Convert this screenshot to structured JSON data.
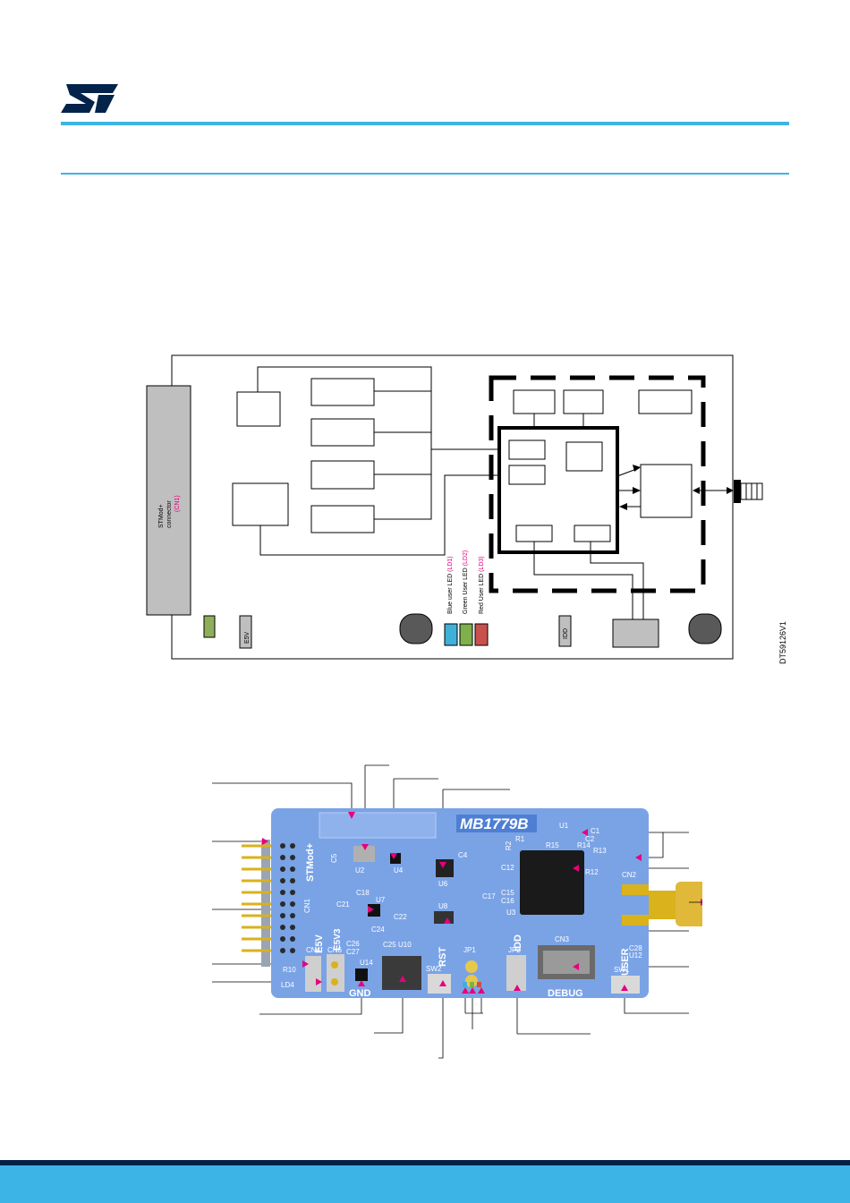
{
  "logo": {
    "text": "ST"
  },
  "colors": {
    "accent_blue": "#3cb4e5",
    "dark_navy": "#03234b",
    "board_blue": "#7aa3e6",
    "magenta": "#e6007e",
    "led_blue": "#3fb0d8",
    "led_green": "#7fb04c",
    "led_red": "#c9514b",
    "connector_gray": "#bfbfbf",
    "gold": "#d9b21c"
  },
  "block_diagram": {
    "connector_line1": "STMod+",
    "connector_line2": "connector",
    "connector_ref": "(CN1)",
    "e5v_label": "E5V",
    "idd_label": "IDD",
    "leds": [
      {
        "label": "Blue user LED",
        "ref": "(LD1)"
      },
      {
        "label": "Green User LED",
        "ref": "(LD2)"
      },
      {
        "label": "Red User LED",
        "ref": "(LD3)"
      }
    ],
    "doc_id": "DT59126V1"
  },
  "board": {
    "title": "MB1779B",
    "labels": {
      "stmod": "STMod+",
      "cn1": "CN1",
      "e5v": "E5V",
      "e5v3": "E5V3",
      "cn4": "CN4",
      "cn6": "CN6",
      "gnd": "GND",
      "rst": "RST",
      "idd": "IDD",
      "debug": "DEBUG",
      "user": "USER",
      "sw1": "SW1",
      "sw2": "SW2",
      "cn2": "CN2",
      "cn3": "CN3",
      "jp1": "JP1",
      "jp2": "JP2",
      "u1": "U1",
      "u2": "U2",
      "u3": "U3",
      "u4": "U4",
      "u6": "U6",
      "u7": "U7",
      "u8": "U8",
      "u10": "U10",
      "u12": "U12",
      "u14": "U14",
      "r1": "R1",
      "r2": "R2",
      "r10": "R10",
      "r12": "R12",
      "r13": "R13",
      "r14": "R14",
      "r15": "R15",
      "c1": "C1",
      "c2": "C2",
      "c4": "C4",
      "c5": "C5",
      "c12": "C12",
      "c15": "C15",
      "c16": "C16",
      "c17": "C17",
      "c18": "C18",
      "c21": "C21",
      "c22": "C22",
      "c24": "C24",
      "c25": "C25",
      "c26": "C26",
      "c27": "C27",
      "c28": "C28",
      "ld4": "LD4"
    }
  }
}
